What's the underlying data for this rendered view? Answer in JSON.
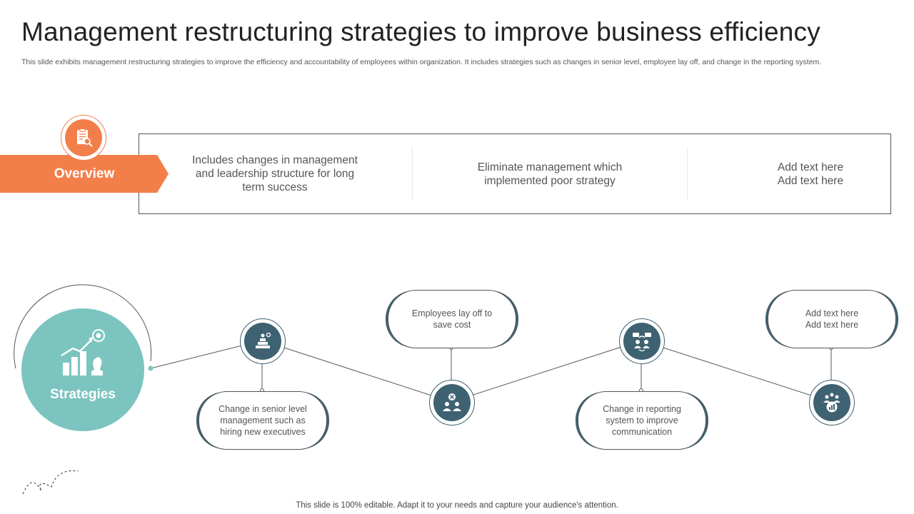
{
  "title": "Management restructuring strategies to improve business efficiency",
  "subtitle": "This slide exhibits management restructuring strategies to improve the efficiency and accountability of employees within organization. It includes strategies such as changes in senior level, employee lay off, and change in the reporting system.",
  "overview": {
    "label": "Overview",
    "icon": "clipboard-search-icon",
    "items": [
      "Includes changes in management and leadership structure for long term success",
      "Eliminate management which implemented poor strategy",
      "Add text here Add text here"
    ]
  },
  "strategies": {
    "label": "Strategies",
    "icon": "growth-chart-chess-icon",
    "steps": [
      {
        "text": "Change in senior level management such as hiring new executives",
        "icon": "podium-gear-icon",
        "position": "below"
      },
      {
        "text": "Employees lay off to save cost",
        "icon": "team-remove-icon",
        "position": "above"
      },
      {
        "text": "Change in reporting system to improve communication",
        "icon": "communication-cycle-icon",
        "position": "below"
      },
      {
        "text": "Add text here Add text here",
        "icon": "team-report-icon",
        "position": "above"
      }
    ]
  },
  "footer": "This slide is 100% editable. Adapt it to your needs and capture your audience's attention.",
  "colors": {
    "accent": "#f27f4a",
    "teal": "#7cc4c0",
    "dark": "#3f6272"
  }
}
